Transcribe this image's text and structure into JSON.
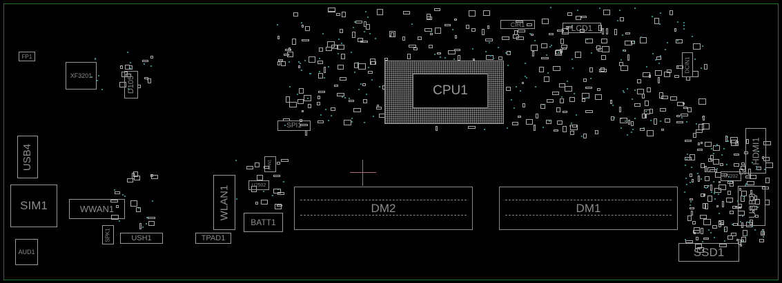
{
  "components": {
    "fp1": "FP1",
    "xf3201": "XF3201",
    "d105": "D105",
    "usb4": "USB4",
    "sim1": "SIM1",
    "wwan1": "WWAN1",
    "spk1": "SPK1",
    "ush1": "USH1",
    "tpad1": "TPAD1",
    "wlan1": "WLAN1",
    "fan1": "FAN1",
    "u2502": "U2502",
    "batt1": "BATT1",
    "dm2": "DM2",
    "dm1": "DM1",
    "cpu1": "CPU1",
    "spi1": "SPI1",
    "cir1": "CIR1",
    "lcd1": "LCD1",
    "dcin1": "DCIN1",
    "hdmi1": "HDMI1",
    "u7202": "U7202",
    "usb3": "USB3",
    "ssd1": "SSD1",
    "aud1": "AUD1"
  },
  "colors": {
    "board_outline": "#1f7a1f",
    "silkscreen": "#9a9a9a",
    "via": "#2a8a8a",
    "cursor": "#b06a7a"
  }
}
